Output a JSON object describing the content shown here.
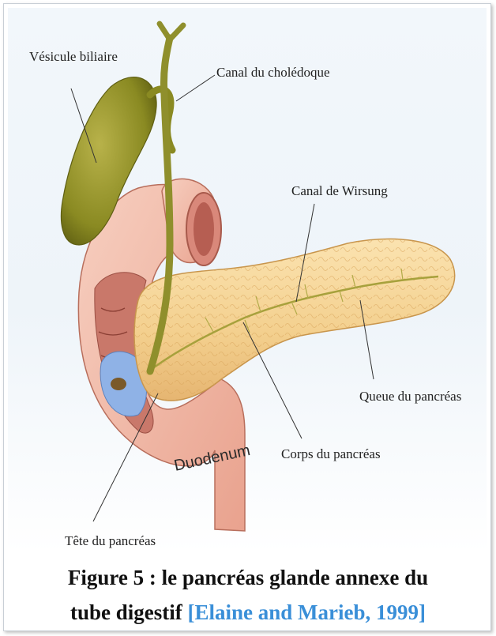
{
  "labels": {
    "gallbladder": "Vésicule biliaire",
    "bile_duct": "Canal du cholédoque",
    "wirsung": "Canal de Wirsung",
    "tail": "Queue du pancréas",
    "body": "Corps du pancréas",
    "head": "Tête du pancréas",
    "duodenum": "Duodenum"
  },
  "caption": {
    "line1": "Figure 5 : le pancréas glande annexe du",
    "line2": "tube digestif",
    "citation": "[Elaine and  Marieb, 1999]"
  },
  "colors": {
    "gallbladder": "#8a8a22",
    "pancreas": "#f3cf8d",
    "duodenum": "#f0b8a6",
    "citation": "#3a8fd8"
  }
}
